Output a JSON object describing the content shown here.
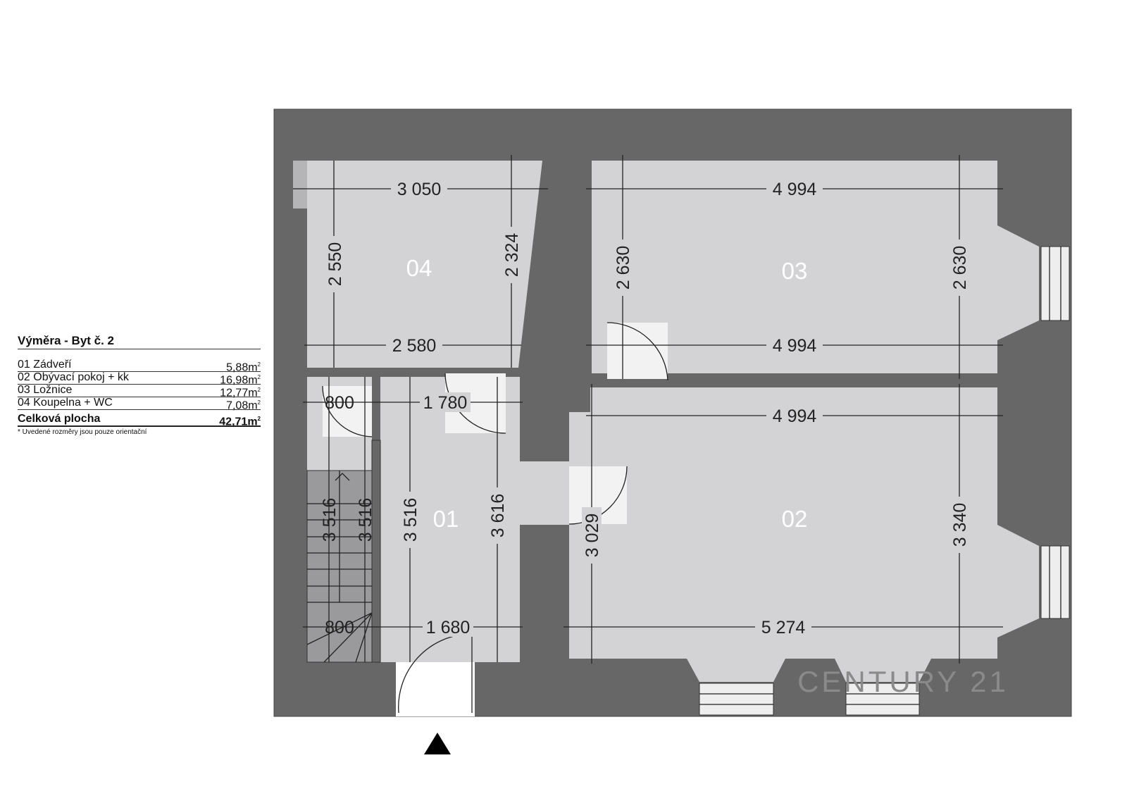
{
  "legend": {
    "title": "Výměra - Byt č. 2",
    "rooms": [
      {
        "name": "01 Zádveří",
        "area": "5,88",
        "unit": "m",
        "sup": "2"
      },
      {
        "name": "02 Obývací pokoj + kk",
        "area": "16,98",
        "unit": "m",
        "sup": "2"
      },
      {
        "name": "03 Ložnice",
        "area": "12,77",
        "unit": "m",
        "sup": "2"
      },
      {
        "name": "04 Koupelna + WC",
        "area": "7,08",
        "unit": "m",
        "sup": "2"
      }
    ],
    "total_label": "Celková plocha",
    "total_area": "42,71",
    "note": "* Uvedené rozměry jsou pouze orientační"
  },
  "rooms": {
    "r01": "01",
    "r02": "02",
    "r03": "03",
    "r04": "04"
  },
  "dimensions": {
    "d04_top": "3 050",
    "d04_bottom": "2 580",
    "d04_left": "2 550",
    "d04_right": "2 324",
    "d03_top": "4 994",
    "d03_bottom": "4 994",
    "d03_left": "2 630",
    "d03_right": "2 630",
    "d02_top": "4 994",
    "d02_bottom": "5 274",
    "d02_left": "3 029",
    "d02_right": "3 340",
    "d01_top_stair": "800",
    "d01_top": "1 780",
    "d01_bottom_stair": "800",
    "d01_bottom": "1 680",
    "d01_left": "3 516",
    "d01_right": "3 616",
    "stair_a": "3 516",
    "stair_b": "3 516"
  },
  "watermark": "CENTURY 21",
  "colors": {
    "wall": "#676767",
    "floor": "#d3d3d6",
    "stairs": "#9a9a9c"
  }
}
